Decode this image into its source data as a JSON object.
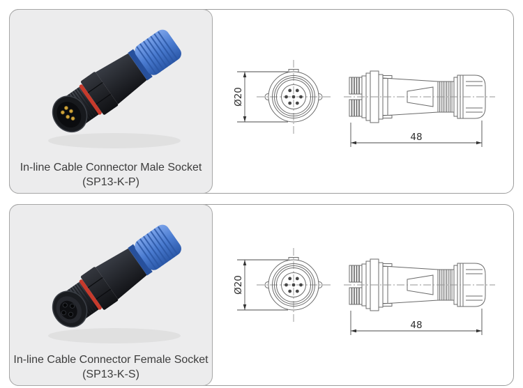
{
  "panels": [
    {
      "variant": "male",
      "caption": {
        "line1": "In-line Cable Connector Male Socket",
        "line2": "(SP13-K-P)"
      },
      "front_view": {
        "diameter_label": "Ø20"
      },
      "side_view": {
        "length_label": "48"
      }
    },
    {
      "variant": "female",
      "caption": {
        "line1": "In-line Cable Connector Female Socket",
        "line2": "(SP13-K-S)"
      },
      "front_view": {
        "diameter_label": "Ø20"
      },
      "side_view": {
        "length_label": "48"
      }
    }
  ],
  "colors": {
    "panel_border": "#9c9c9c",
    "photo_card_bg": "#ececed",
    "caption_text": "#3c3c3c",
    "drawing_line": "#6a6a6a",
    "connector_blue": "#4a7bd0",
    "connector_body": "#23252b",
    "oring_red": "#c63a2c",
    "pin_gold": "#d2a53c"
  }
}
